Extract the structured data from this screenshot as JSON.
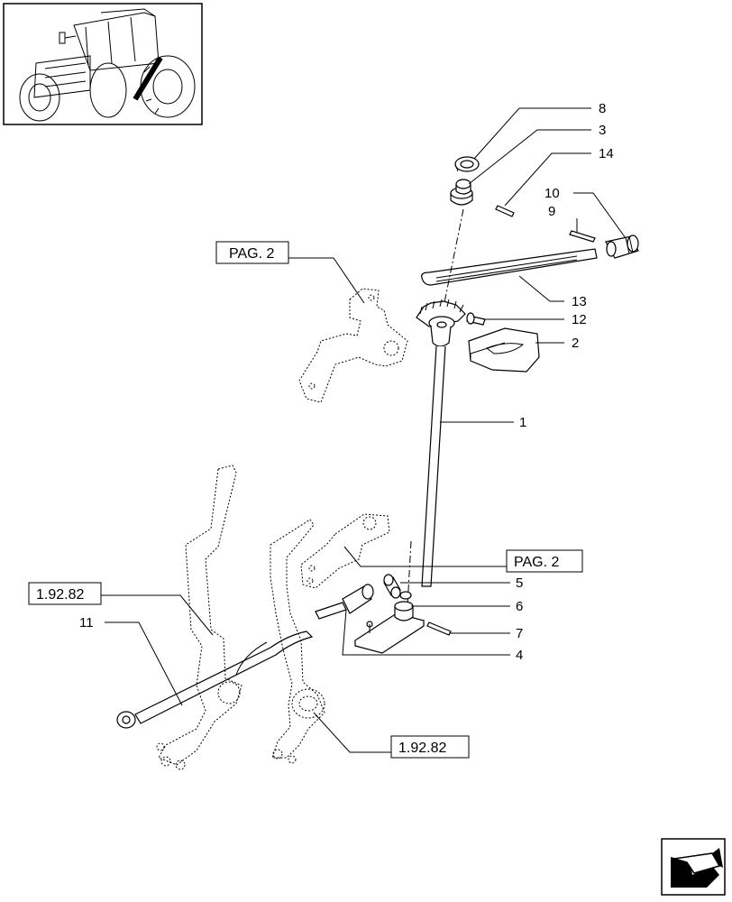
{
  "callouts": {
    "n8": "8",
    "n3": "3",
    "n14": "14",
    "n10": "10",
    "n9": "9",
    "n13": "13",
    "n12": "12",
    "n2": "2",
    "n1": "1",
    "n5": "5",
    "n6": "6",
    "n7": "7",
    "n4": "4",
    "n11": "11"
  },
  "refs": {
    "pag2_top": "PAG. 2",
    "pag2_mid": "PAG. 2",
    "ref_left": "1.92.82",
    "ref_bottom": "1.92.82"
  },
  "icons": {
    "thumbnail": "tractor-thumbnail-icon",
    "next": "next-page-arrow-icon"
  }
}
